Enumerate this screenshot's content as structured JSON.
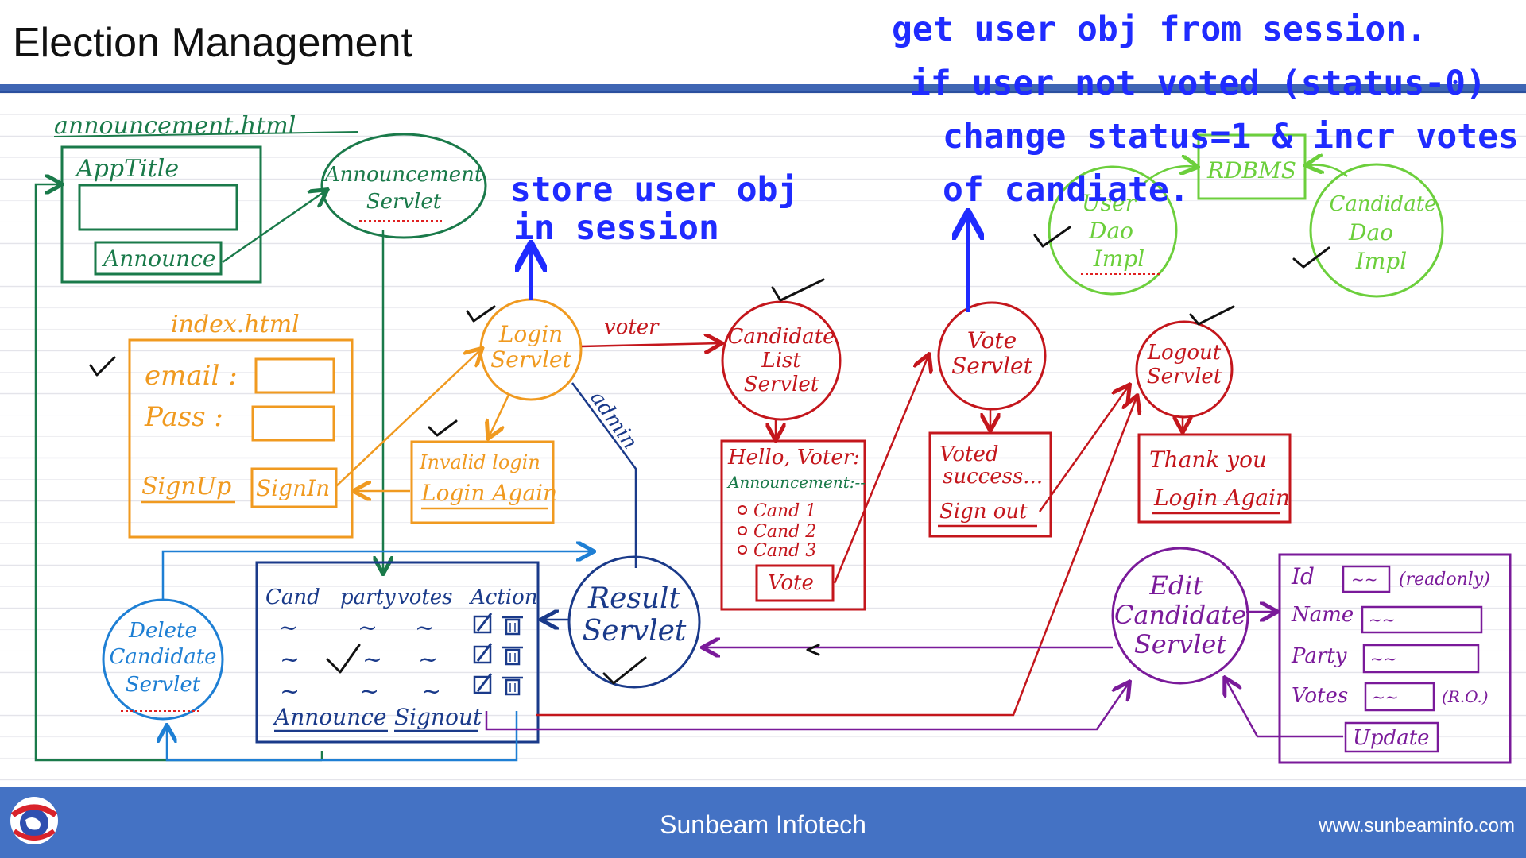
{
  "slide": {
    "title": "Election Management"
  },
  "notes": {
    "store_session_line1": "store user obj",
    "store_session_line2": "in session",
    "vote_line1": "get user obj from session.",
    "vote_line2": "if user not voted (status-0)",
    "vote_line3": "change status=1 & incr votes",
    "vote_line4": "of candiate."
  },
  "announcement_page": {
    "filename": "announcement.html",
    "title_field": "AppTitle",
    "button": "Announce"
  },
  "announcement_servlet": {
    "line1": "Announcement",
    "line2": "Servlet"
  },
  "index_page": {
    "filename": "index.html",
    "email_label": "email :",
    "pass_label": "Pass :",
    "signup": "SignUp",
    "signin": "SignIn"
  },
  "login_servlet": {
    "line1": "Login",
    "line2": "Servlet"
  },
  "invalid_login": {
    "line1": "Invalid login",
    "line2": "Login Again"
  },
  "edge_labels": {
    "voter": "voter",
    "admin": "admin"
  },
  "candidate_list_servlet": {
    "line1": "Candidate",
    "line2": "List",
    "line3": "Servlet"
  },
  "candidate_list_page": {
    "greeting": "Hello, Voter:",
    "announcement": "Announcement:--",
    "options": [
      "Cand 1",
      "Cand 2",
      "Cand 3"
    ],
    "button": "Vote"
  },
  "vote_servlet": {
    "line1": "Vote",
    "line2": "Servlet"
  },
  "voted_page": {
    "line1": "Voted",
    "line2": "success...",
    "link": "Sign out"
  },
  "logout_servlet": {
    "line1": "Logout",
    "line2": "Servlet"
  },
  "logout_page": {
    "line1": "Thank you",
    "line2": "Login Again"
  },
  "rdbms": {
    "label": "RDBMS"
  },
  "user_dao": {
    "line1": "User",
    "line2": "Dao",
    "line3": "Impl"
  },
  "candidate_dao": {
    "line1": "Candidate",
    "line2": "Dao",
    "line3": "Impl"
  },
  "result_servlet": {
    "line1": "Result",
    "line2": "Servlet"
  },
  "result_page": {
    "columns": [
      "Cand",
      "party",
      "votes",
      "Action"
    ],
    "placeholder": "~",
    "links": [
      "Announce",
      "Signout"
    ]
  },
  "delete_servlet": {
    "line1": "Delete",
    "line2": "Candidate",
    "line3": "Servlet"
  },
  "edit_servlet": {
    "line1": "Edit",
    "line2": "Candidate",
    "line3": "Servlet"
  },
  "edit_page": {
    "id_label": "Id",
    "id_note": "(readonly)",
    "name_label": "Name",
    "party_label": "Party",
    "votes_label": "Votes",
    "votes_note": "(R.O.)",
    "button": "Update",
    "placeholder": "~~"
  },
  "footer": {
    "company": "Sunbeam Infotech",
    "url": "www.sunbeaminfo.com"
  },
  "colors": {
    "announcement": "#1a7a4a",
    "login": "#f09a20",
    "voter_flow": "#c4161c",
    "admin_flow": "#1a3a8a",
    "delete_flow": "#1e7fd4",
    "dao": "#6ccf3c",
    "edit_flow": "#7a1a9a",
    "notes": "#1f2bff",
    "footer": "#4472c4"
  },
  "icons": [
    "checkmark-icon",
    "edit-icon",
    "trash-icon",
    "logo-icon"
  ]
}
